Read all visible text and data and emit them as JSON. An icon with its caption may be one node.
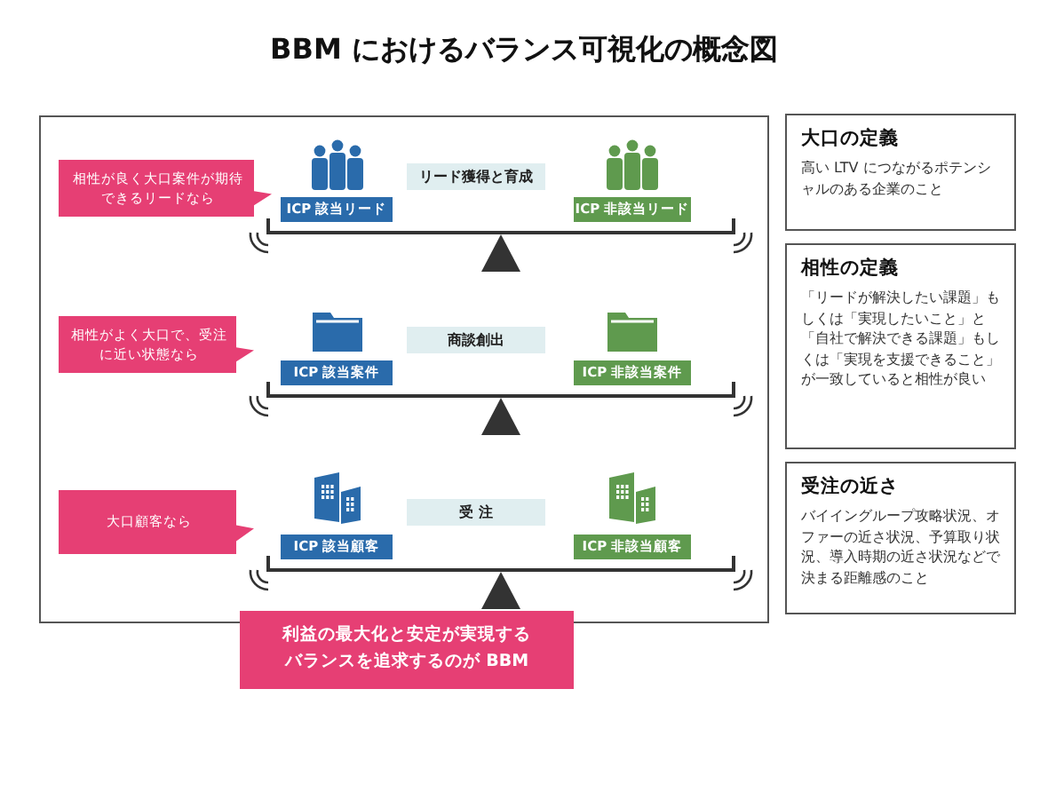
{
  "diagram": {
    "title": "BBM におけるバランス可視化の概念図",
    "nodes": [
      {
        "text": [],
        "shape": "box"
      },
      {
        "text": [
          "相性が良く大口案件が期待できるリードなら"
        ],
        "in": 0
      },
      {
        "text": [
          "ICP 該当リード"
        ],
        "in": 0
      },
      {
        "text": [
          "リード獲得と育成"
        ],
        "in": 0
      },
      {
        "text": [
          "ICP 非該当リード"
        ],
        "in": 0
      },
      {
        "text": [
          "相性がよく大口で、受注に近い状態なら"
        ],
        "in": 0
      },
      {
        "text": [
          "ICP 該当案件"
        ],
        "in": 0
      },
      {
        "text": [
          "商談創出"
        ],
        "in": 0
      },
      {
        "text": [
          "ICP 非該当案件"
        ],
        "in": 0
      },
      {
        "text": [
          "大口顧客なら"
        ],
        "in": 0
      },
      {
        "text": [
          "ICP 該当顧客"
        ],
        "in": 0
      },
      {
        "text": [
          "受 注"
        ],
        "in": 0
      },
      {
        "text": [
          "ICP 非該当顧客"
        ],
        "in": 0
      },
      {
        "text": [
          "利益の最大化と安定が実現するバランスを追求するのが BBM"
        ]
      },
      {
        "text": [
          "大口の定義",
          "高い LTV につながるポテンシャルのある企業のこと"
        ]
      },
      {
        "text": [
          "相性の定義",
          "「リードが解決したい課題」もしくは「実現したいこと」と「自社で解決できる課題」もしくは「実現を支援できること」が一致していると相性が良い"
        ]
      },
      {
        "text": [
          "受注の近さ",
          "バイイングループ攻略状況、オファーの近さ状況、予算取り状況、導入時期の近さ状況などで決まる距離感のこと"
        ]
      }
    ],
    "edges": []
  }
}
